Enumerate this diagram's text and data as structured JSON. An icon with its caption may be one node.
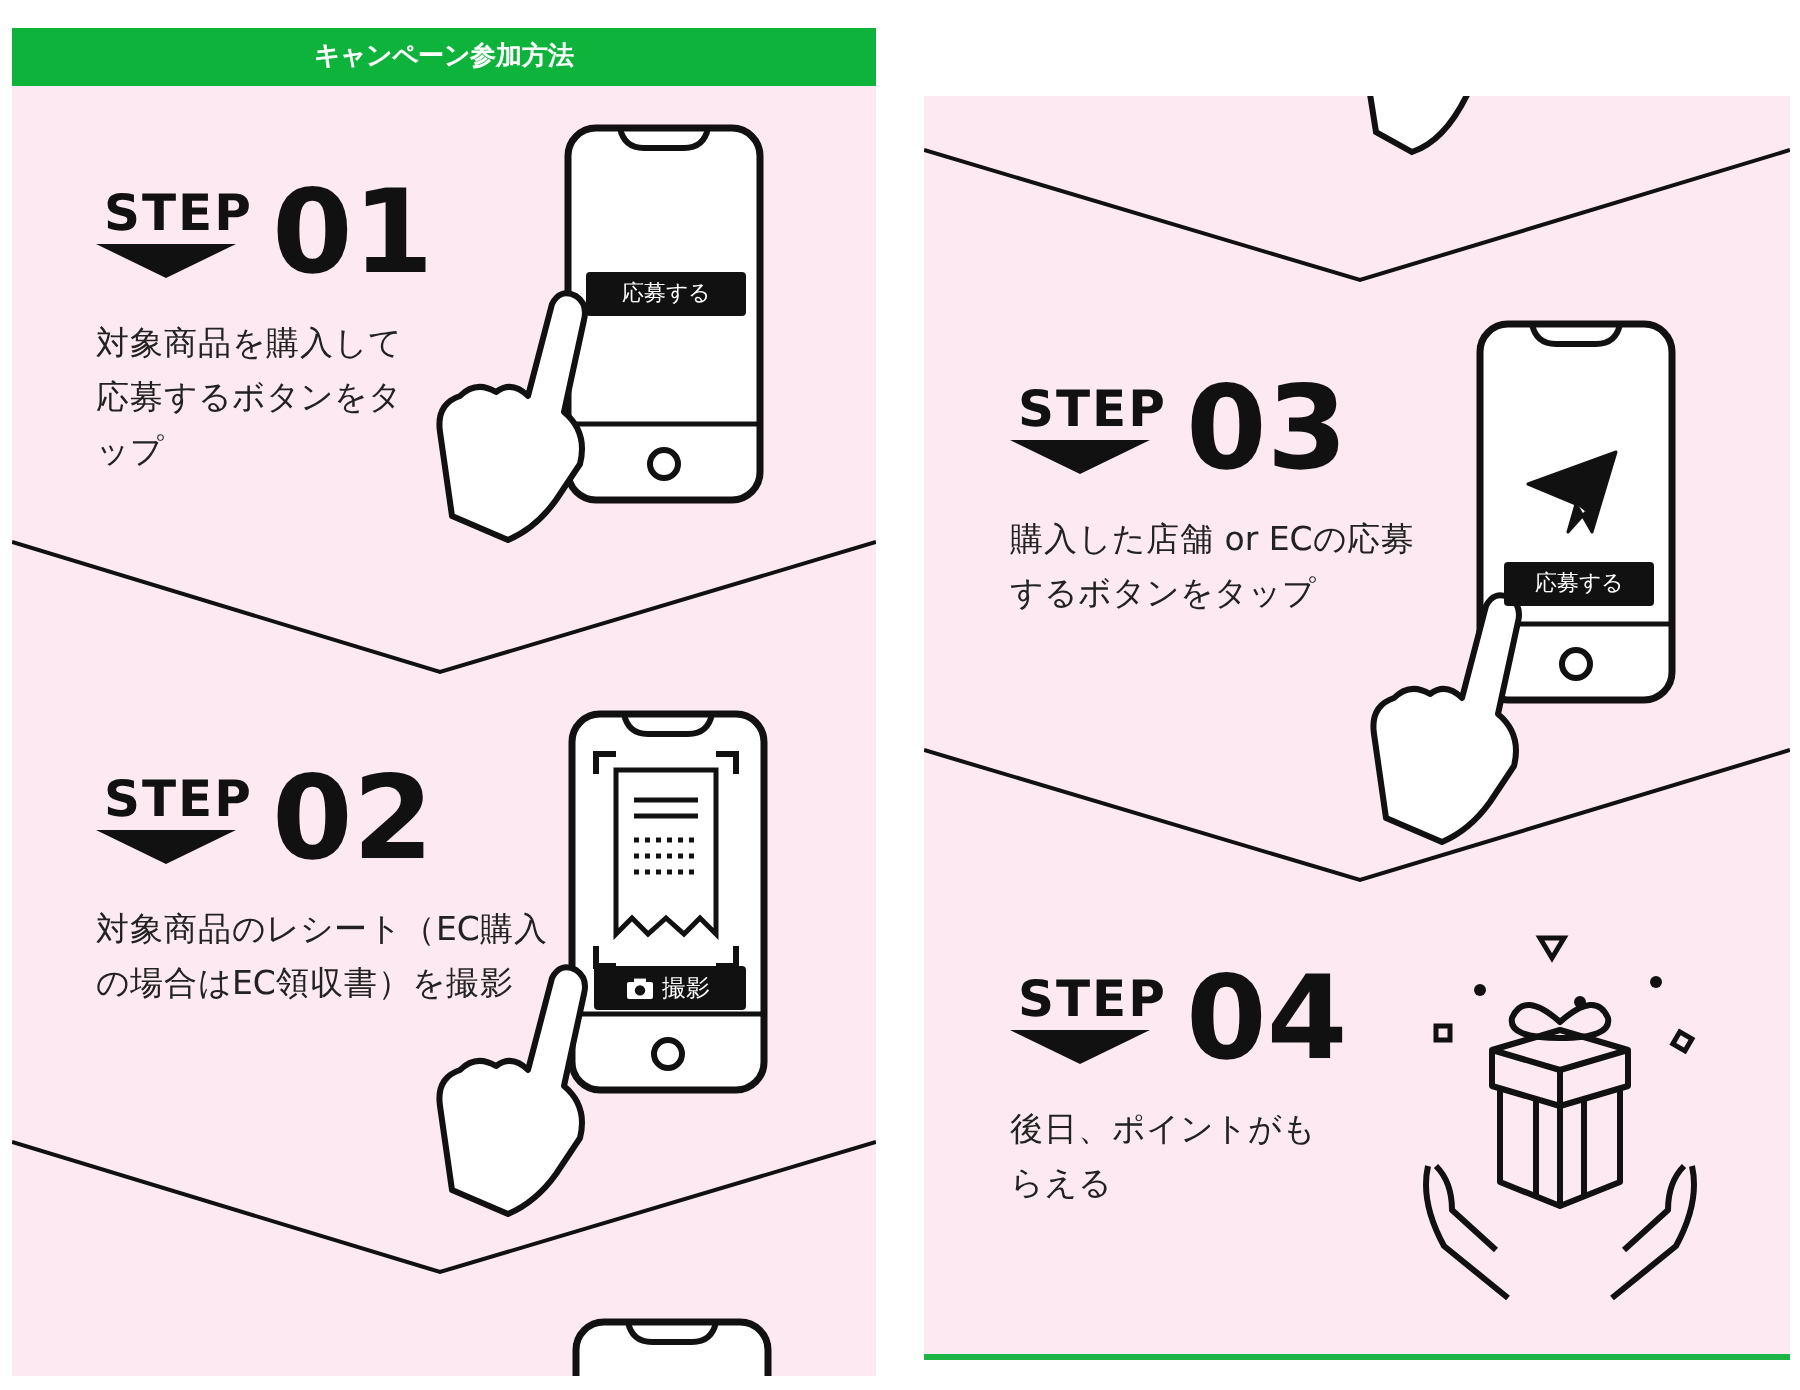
{
  "diagram": {
    "title": "キャンペーン参加方法",
    "nodes": [
      {
        "text": [
          "STEP",
          "01",
          "対象商品を購入して応募するボタンをタップ"
        ]
      },
      {
        "text": [
          "応募する"
        ],
        "in": 0
      },
      {
        "text": [
          "STEP",
          "02",
          "対象商品のレシート（EC購入の場合はEC領収書）を撮影"
        ]
      },
      {
        "text": [
          "撮影"
        ],
        "in": 2
      },
      {
        "text": [
          "STEP",
          "03",
          "購入した店舗 or ECの応募するボタンをタップ"
        ]
      },
      {
        "text": [
          "応募する"
        ],
        "in": 4
      },
      {
        "text": [
          "STEP",
          "04",
          "後日、ポイントがもらえる"
        ]
      }
    ]
  }
}
